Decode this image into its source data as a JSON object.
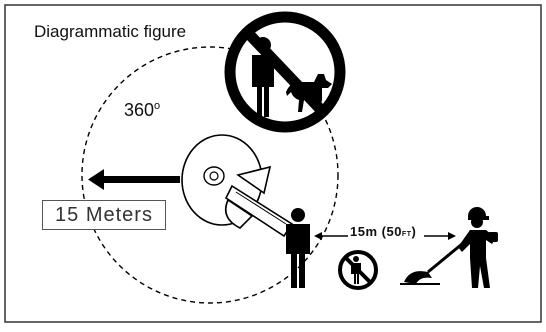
{
  "figure": {
    "title": "Diagrammatic figure",
    "angle_value": "360",
    "angle_unit": "o",
    "distance_label": "15 Meters",
    "spacing_label_main": "15m (50",
    "spacing_label_sub": "FT",
    "spacing_label_end": ")"
  },
  "icons": {
    "no_people_animals": "no-people-animals-icon",
    "no_person": "no-person-icon",
    "operator": "operator-with-trimmer-icon",
    "bystander": "bystander-icon",
    "cutting_head": "trimmer-cutting-head-icon",
    "direction_arrow": "direction-arrow-icon"
  },
  "colors": {
    "ink": "#000000",
    "frame": "#333333",
    "background": "#ffffff"
  }
}
